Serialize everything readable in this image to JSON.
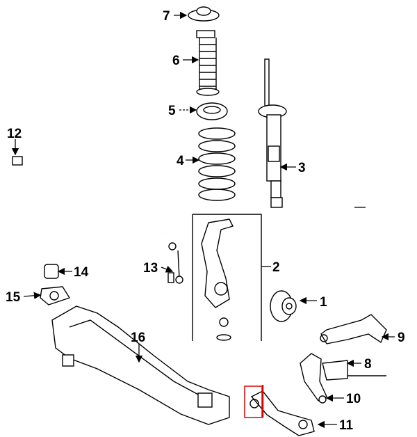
{
  "diagram": {
    "title": "Front suspension components",
    "callouts": [
      {
        "id": "1",
        "label": "1"
      },
      {
        "id": "2",
        "label": "2"
      },
      {
        "id": "3",
        "label": "3"
      },
      {
        "id": "4",
        "label": "4"
      },
      {
        "id": "5",
        "label": "5"
      },
      {
        "id": "6",
        "label": "6"
      },
      {
        "id": "7",
        "label": "7"
      },
      {
        "id": "8",
        "label": "8"
      },
      {
        "id": "9",
        "label": "9"
      },
      {
        "id": "10",
        "label": "10"
      },
      {
        "id": "11",
        "label": "11"
      },
      {
        "id": "12",
        "label": "12"
      },
      {
        "id": "13",
        "label": "13"
      },
      {
        "id": "14",
        "label": "14"
      },
      {
        "id": "15",
        "label": "15"
      },
      {
        "id": "16",
        "label": "16"
      }
    ],
    "highlight_color": "#e00000"
  }
}
